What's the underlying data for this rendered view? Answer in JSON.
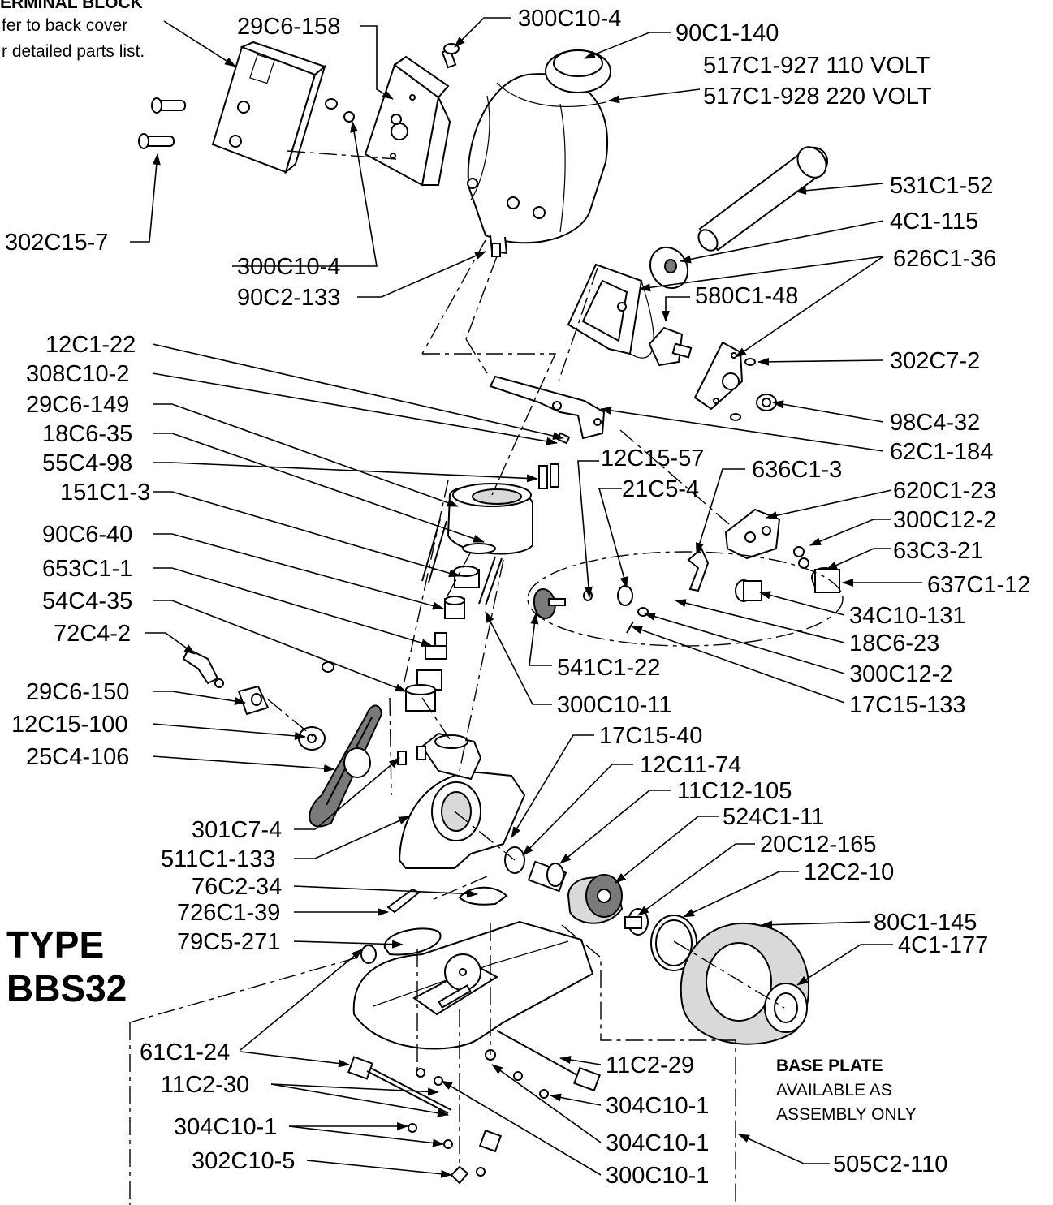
{
  "notes": {
    "terminal_block_title": "ERMINAL BLOCK",
    "terminal_block_line1": "fer to back cover",
    "terminal_block_line2": "r detailed parts list.",
    "base_plate_title": "BASE PLATE",
    "base_plate_line1": "AVAILABLE AS",
    "base_plate_line2": "ASSEMBLY ONLY"
  },
  "type": {
    "line1": "TYPE",
    "line2": "BBS32"
  },
  "labels": [
    {
      "id": "l01",
      "text": "29C6-158"
    },
    {
      "id": "l02",
      "text": "300C10-4"
    },
    {
      "id": "l03",
      "text": "90C1-140"
    },
    {
      "id": "l04",
      "text": "517C1-927 110 VOLT"
    },
    {
      "id": "l05",
      "text": "517C1-928 220 VOLT"
    },
    {
      "id": "l06",
      "text": "531C1-52"
    },
    {
      "id": "l07",
      "text": "4C1-115"
    },
    {
      "id": "l08",
      "text": "626C1-36"
    },
    {
      "id": "l09",
      "text": "580C1-48"
    },
    {
      "id": "l10",
      "text": "302C7-2"
    },
    {
      "id": "l11",
      "text": "98C4-32"
    },
    {
      "id": "l12",
      "text": "62C1-184"
    },
    {
      "id": "l13",
      "text": "302C15-7"
    },
    {
      "id": "l14",
      "text": "300C10-4"
    },
    {
      "id": "l15",
      "text": "90C2-133"
    },
    {
      "id": "l16",
      "text": "12C1-22"
    },
    {
      "id": "l17",
      "text": "308C10-2"
    },
    {
      "id": "l18",
      "text": "29C6-149"
    },
    {
      "id": "l19",
      "text": "18C6-35"
    },
    {
      "id": "l20",
      "text": "55C4-98"
    },
    {
      "id": "l21",
      "text": "151C1-3"
    },
    {
      "id": "l22",
      "text": "90C6-40"
    },
    {
      "id": "l23",
      "text": "653C1-1"
    },
    {
      "id": "l24",
      "text": "54C4-35"
    },
    {
      "id": "l25",
      "text": "72C4-2"
    },
    {
      "id": "l26",
      "text": "29C6-150"
    },
    {
      "id": "l27",
      "text": "12C15-100"
    },
    {
      "id": "l28",
      "text": "25C4-106"
    },
    {
      "id": "l29",
      "text": "12C15-57"
    },
    {
      "id": "l30",
      "text": "636C1-3"
    },
    {
      "id": "l31",
      "text": "21C5-4"
    },
    {
      "id": "l32",
      "text": "620C1-23"
    },
    {
      "id": "l33",
      "text": "300C12-2"
    },
    {
      "id": "l34",
      "text": "63C3-21"
    },
    {
      "id": "l35",
      "text": "637C1-12"
    },
    {
      "id": "l36",
      "text": "34C10-131"
    },
    {
      "id": "l37",
      "text": "18C6-23"
    },
    {
      "id": "l38",
      "text": "541C1-22"
    },
    {
      "id": "l39",
      "text": "300C12-2"
    },
    {
      "id": "l40",
      "text": "300C10-11"
    },
    {
      "id": "l41",
      "text": "17C15-133"
    },
    {
      "id": "l42",
      "text": "17C15-40"
    },
    {
      "id": "l43",
      "text": "12C11-74"
    },
    {
      "id": "l44",
      "text": "11C12-105"
    },
    {
      "id": "l45",
      "text": "524C1-11"
    },
    {
      "id": "l46",
      "text": "20C12-165"
    },
    {
      "id": "l47",
      "text": "12C2-10"
    },
    {
      "id": "l48",
      "text": "301C7-4"
    },
    {
      "id": "l49",
      "text": "511C1-133"
    },
    {
      "id": "l50",
      "text": "76C2-34"
    },
    {
      "id": "l51",
      "text": "726C1-39"
    },
    {
      "id": "l52",
      "text": "79C5-271"
    },
    {
      "id": "l53",
      "text": "80C1-145"
    },
    {
      "id": "l54",
      "text": "4C1-177"
    },
    {
      "id": "l55",
      "text": "61C1-24"
    },
    {
      "id": "l56",
      "text": "11C2-29"
    },
    {
      "id": "l57",
      "text": "11C2-30"
    },
    {
      "id": "l58",
      "text": "304C10-1"
    },
    {
      "id": "l59",
      "text": "304C10-1"
    },
    {
      "id": "l60",
      "text": "304C10-1"
    },
    {
      "id": "l61",
      "text": "302C10-5"
    },
    {
      "id": "l62",
      "text": "300C10-1"
    },
    {
      "id": "l63",
      "text": "505C2-110"
    }
  ]
}
